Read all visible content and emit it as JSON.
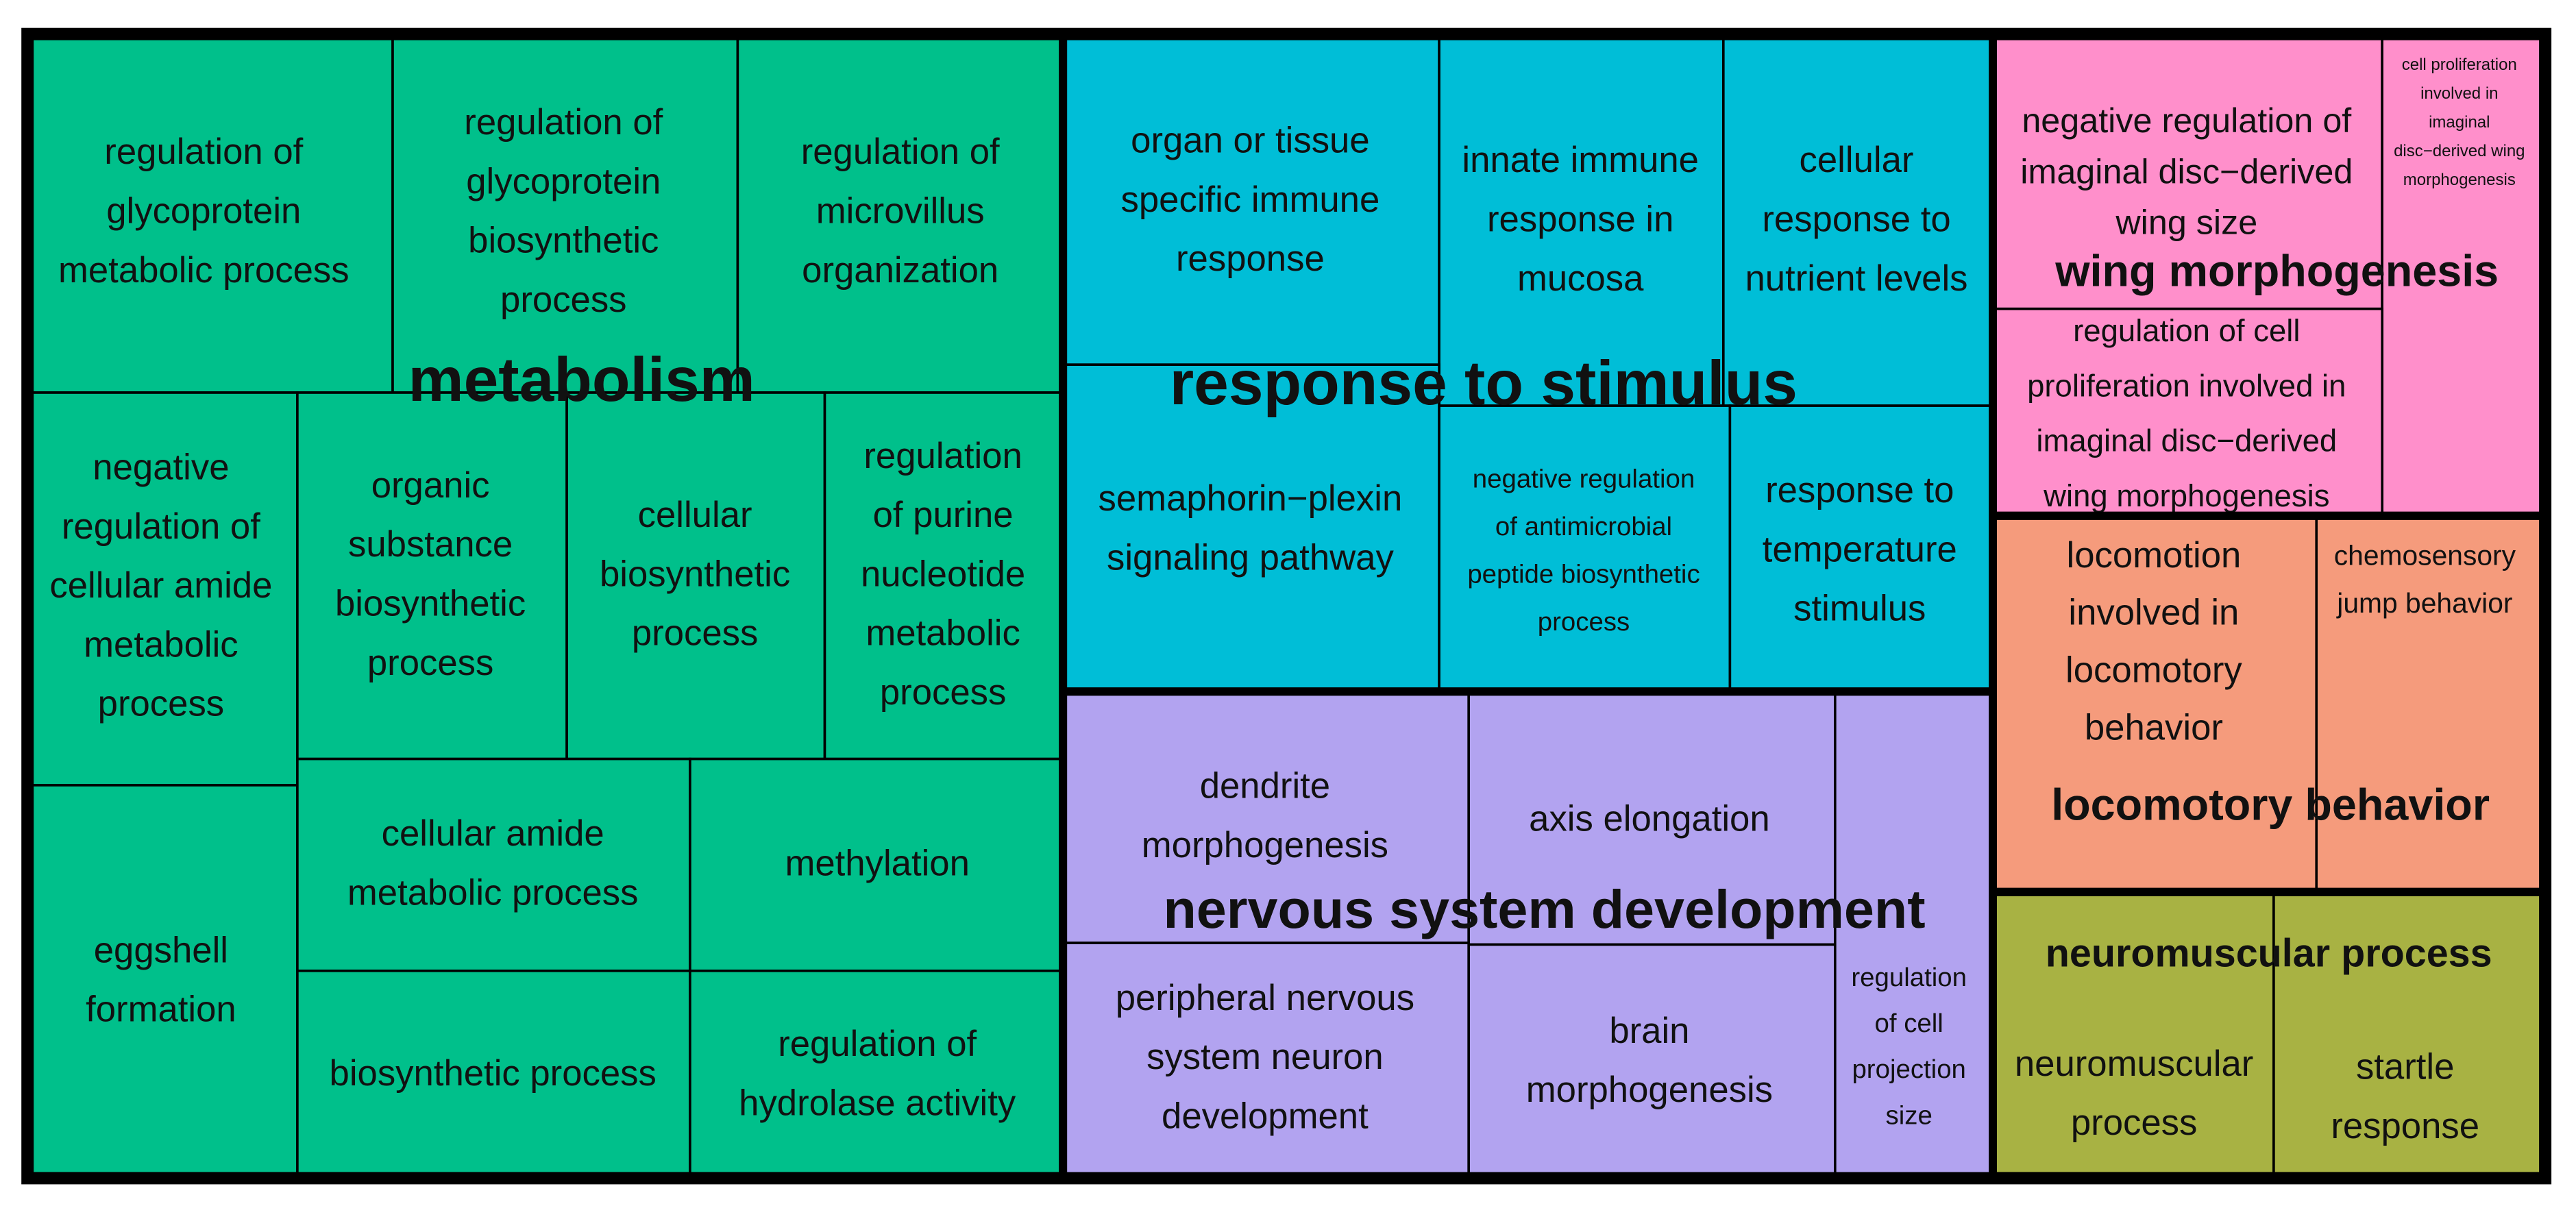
{
  "chart_data": {
    "type": "treemap",
    "title": "",
    "groups": [
      {
        "name": "metabolism",
        "color": "#00C08B",
        "items": [
          {
            "id": "g1a",
            "label": "regulation of\nglycoprotein\nmetabolic process"
          },
          {
            "id": "g1b",
            "label": "regulation of\nglycoprotein\nbiosynthetic\nprocess"
          },
          {
            "id": "g1c",
            "label": "regulation of\nmicrovillus\norganization"
          },
          {
            "id": "g1d",
            "label": "negative\nregulation of\ncellular amide\nmetabolic\nprocess"
          },
          {
            "id": "g1e",
            "label": "organic\nsubstance\nbiosynthetic\nprocess"
          },
          {
            "id": "g1f",
            "label": "cellular\nbiosynthetic\nprocess"
          },
          {
            "id": "g1g",
            "label": "regulation\nof purine\nnucleotide\nmetabolic\nprocess"
          },
          {
            "id": "g1h",
            "label": "eggshell\nformation"
          },
          {
            "id": "g1i",
            "label": "cellular amide\nmetabolic process"
          },
          {
            "id": "g1j",
            "label": "methylation"
          },
          {
            "id": "g1k",
            "label": "biosynthetic process"
          },
          {
            "id": "g1l",
            "label": "regulation of\nhydrolase activity"
          }
        ]
      },
      {
        "name": "response to stimulus",
        "color": "#00BED7",
        "items": [
          {
            "id": "g2a",
            "label": "organ or tissue\nspecific immune\nresponse"
          },
          {
            "id": "g2b",
            "label": "innate immune\nresponse in\nmucosa"
          },
          {
            "id": "g2c",
            "label": "cellular\nresponse to\nnutrient levels"
          },
          {
            "id": "g2d",
            "label": "semaphorin−plexin\nsignaling pathway"
          },
          {
            "id": "g2e",
            "label": "negative regulation\nof antimicrobial\npeptide biosynthetic\nprocess"
          },
          {
            "id": "g2f",
            "label": "response to\ntemperature\nstimulus"
          }
        ]
      },
      {
        "name": "nervous system development",
        "color": "#B2A3F0",
        "items": [
          {
            "id": "g3a",
            "label": "dendrite\nmorphogenesis"
          },
          {
            "id": "g3b",
            "label": "axis elongation"
          },
          {
            "id": "g3c",
            "label": "peripheral nervous\nsystem neuron\ndevelopment"
          },
          {
            "id": "g3d",
            "label": "brain\nmorphogenesis"
          },
          {
            "id": "g3e",
            "label": "regulation\nof cell\nprojection\nsize"
          }
        ]
      },
      {
        "name": "wing morphogenesis",
        "color": "#FF8FCB",
        "items": [
          {
            "id": "g4a",
            "label": "negative regulation of\nimaginal disc−derived\nwing size"
          },
          {
            "id": "g4b",
            "label": "cell proliferation\ninvolved in\nimaginal\ndisc−derived wing\nmorphogenesis"
          },
          {
            "id": "g4c",
            "label": "regulation of cell\nproliferation involved in\nimaginal disc−derived\nwing morphogenesis"
          }
        ]
      },
      {
        "name": "locomotory behavior",
        "color": "#F59B7C",
        "items": [
          {
            "id": "g5a",
            "label": "locomotion\ninvolved in\nlocomotory\nbehavior"
          },
          {
            "id": "g5b",
            "label": "chemosensory\njump behavior"
          }
        ]
      },
      {
        "name": "neuromuscular process",
        "color": "#A8B243",
        "items": [
          {
            "id": "g6a",
            "label": "neuromuscular\nprocess"
          },
          {
            "id": "g6b",
            "label": "startle\nresponse"
          }
        ]
      }
    ]
  }
}
